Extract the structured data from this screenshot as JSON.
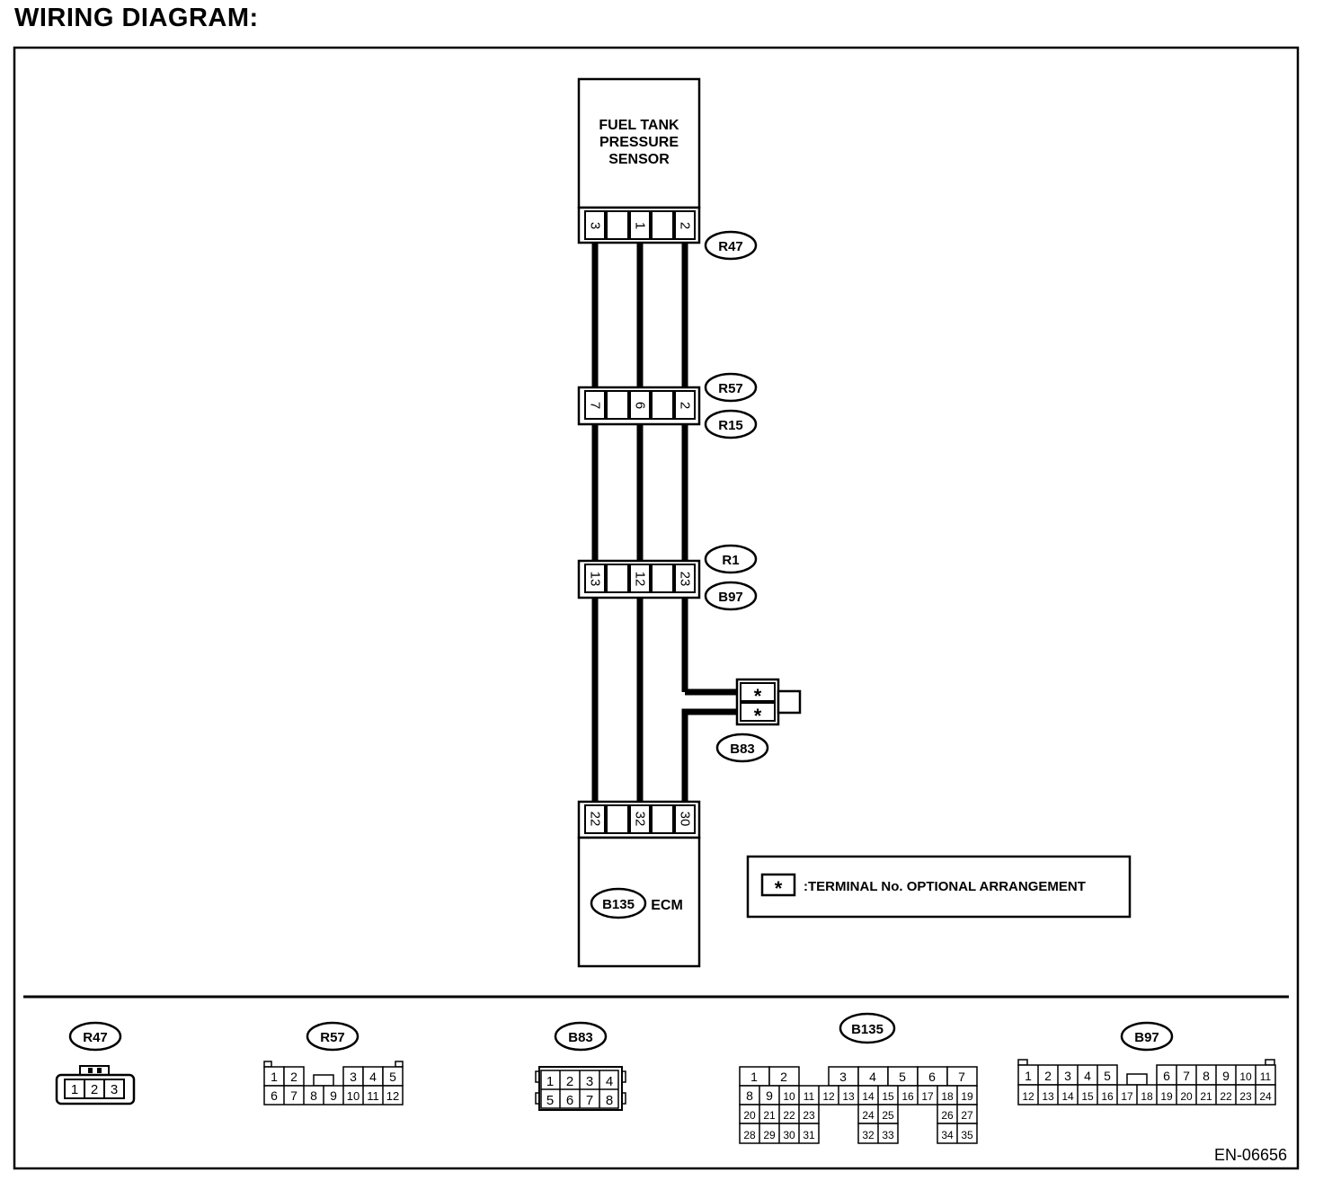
{
  "title": "WIRING DIAGRAM:",
  "sensor": {
    "lines": [
      "FUEL TANK",
      "PRESSURE",
      "SENSOR"
    ]
  },
  "ecm": {
    "connector": "B135",
    "label": "ECM"
  },
  "connectors_top": {
    "r47": {
      "pins": [
        "3",
        "",
        "1",
        "",
        "2"
      ],
      "tag": "R47"
    },
    "r57_r15": {
      "pins": [
        "7",
        "",
        "6",
        "",
        "2"
      ],
      "tags": [
        "R57",
        "R15"
      ]
    },
    "r1_b97": {
      "pins": [
        "13",
        "",
        "12",
        "",
        "23"
      ],
      "tags": [
        "R1",
        "B97"
      ]
    },
    "b135": {
      "pins": [
        "22",
        "",
        "32",
        "",
        "30"
      ]
    }
  },
  "b83": {
    "tag": "B83",
    "pins": [
      "*",
      "*"
    ]
  },
  "legend": {
    "symbol": "*",
    "text": ":TERMINAL No. OPTIONAL ARRANGEMENT"
  },
  "faces": {
    "r47": {
      "tag": "R47",
      "pins": [
        "1",
        "2",
        "3"
      ]
    },
    "r57": {
      "tag": "R57",
      "row1": [
        "1",
        "2",
        "3",
        "4",
        "5"
      ],
      "row2": [
        "6",
        "7",
        "8",
        "9",
        "10",
        "11",
        "12"
      ]
    },
    "b83": {
      "tag": "B83",
      "row1": [
        "1",
        "2",
        "3",
        "4"
      ],
      "row2": [
        "5",
        "6",
        "7",
        "8"
      ]
    },
    "b135": {
      "tag": "B135",
      "rows": [
        [
          "1",
          "2",
          "3",
          "4",
          "5",
          "6",
          "7"
        ],
        [
          "8",
          "9",
          "10",
          "11",
          "12",
          "13",
          "14",
          "15",
          "16",
          "17",
          "18",
          "19"
        ],
        [
          "20",
          "21",
          "22",
          "23",
          "24",
          "25",
          "26",
          "27"
        ],
        [
          "28",
          "29",
          "30",
          "31",
          "32",
          "33",
          "34",
          "35"
        ]
      ]
    },
    "b97": {
      "tag": "B97",
      "row1": [
        "1",
        "2",
        "3",
        "4",
        "5",
        "6",
        "7",
        "8",
        "9",
        "10",
        "11"
      ],
      "row2": [
        "12",
        "13",
        "14",
        "15",
        "16",
        "17",
        "18",
        "19",
        "20",
        "21",
        "22",
        "23",
        "24"
      ]
    }
  },
  "footer_code": "EN-06656"
}
